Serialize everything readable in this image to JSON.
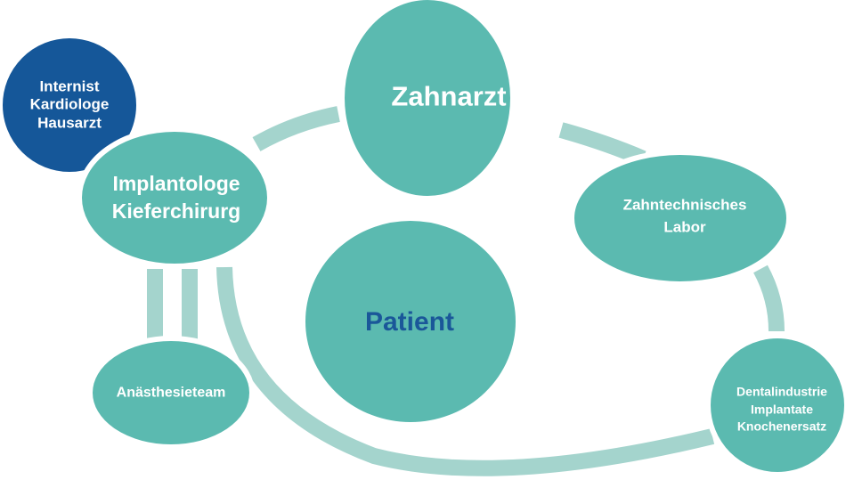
{
  "colors": {
    "teal": "#5bbab0",
    "connector": "#a4d4cd",
    "navy": "#155799",
    "patient_text": "#1a5799"
  },
  "nodes": {
    "internist": [
      "Internist",
      "Kardiologe",
      "Hausarzt"
    ],
    "implantologe": [
      "Implantologe",
      "Kieferchirurg"
    ],
    "zahnarzt": "Zahnarzt",
    "labor": [
      "Zahntechnisches",
      "Labor"
    ],
    "dental": [
      "Dentalindustrie",
      "Implantate",
      "Knochenersatz"
    ],
    "anaesthesie": "Anästhesieteam",
    "patient": "Patient"
  }
}
